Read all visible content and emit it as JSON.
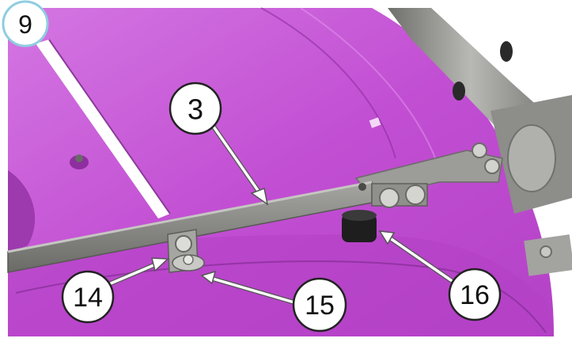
{
  "step_number": "9",
  "callouts": [
    {
      "id": "3",
      "label": "3"
    },
    {
      "id": "14",
      "label": "14"
    },
    {
      "id": "15",
      "label": "15"
    },
    {
      "id": "16",
      "label": "16"
    }
  ],
  "colors": {
    "surface": "#c24fd3",
    "surface_light": "#d86ae6",
    "surface_dark": "#9e37ad",
    "bar": "#8c8c88",
    "bar_dark": "#5f5f5c",
    "tube": "#9a9a96",
    "step_ring": "#9fd4e6"
  }
}
